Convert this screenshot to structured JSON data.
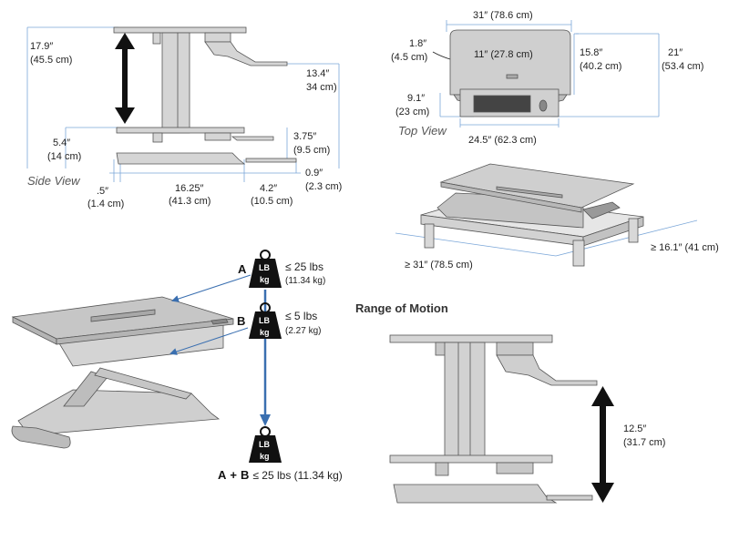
{
  "side_view": {
    "title": "Side View",
    "height_total": "17.9″",
    "height_total_cm": "(45.5 cm)",
    "keyboard_drop": "13.4″",
    "keyboard_drop_cm": "34 cm)",
    "base_height": "5.4″",
    "base_height_cm": "(14 cm)",
    "kb_height": "3.75″",
    "kb_height_cm": "(9.5 cm)",
    "foot_height": "0.9″",
    "foot_height_cm": "(2.3 cm)",
    "offset": ".5″",
    "offset_cm": "(1.4 cm)",
    "depth": "16.25″",
    "depth_cm": "(41.3 cm)",
    "kb_depth": "4.2″",
    "kb_depth_cm": "(10.5 cm)"
  },
  "top_view": {
    "title": "Top View",
    "width_top": "31″ (78.6 cm)",
    "inner_width": "11″ (27.8 cm)",
    "depth_inner": "15.8″",
    "depth_inner_cm": "(40.2 cm)",
    "depth_total": "21″",
    "depth_total_cm": "(53.4 cm)",
    "notch": "1.8″",
    "notch_cm": "(4.5 cm)",
    "kb_depth": "9.1″",
    "kb_depth_cm": "(23 cm)",
    "base_width": "24.5″ (62.3 cm)"
  },
  "iso_view": {
    "width": "≥ 31″ (78.5 cm)",
    "depth": "≥ 16.1″ (41 cm)"
  },
  "weights": {
    "a_label": "A",
    "a_limit": "≤ 25 lbs",
    "a_limit_kg": "(11.34 kg)",
    "b_label": "B",
    "b_limit": "≤ 5 lbs",
    "b_limit_kg": "(2.27 kg)",
    "weight_lb": "LB",
    "weight_kg": "kg",
    "combined_a": "A",
    "combined_plus": "+",
    "combined_b": "B",
    "combined_limit": "≤ 25 lbs (11.34 kg)"
  },
  "range_of_motion": {
    "title": "Range of Motion",
    "travel": "12.5″",
    "travel_cm": "(31.7 cm)"
  },
  "colors": {
    "line": "#5b9bd5",
    "surface": "#c9c9c9",
    "blue_arrow": "#3a6fb0"
  }
}
